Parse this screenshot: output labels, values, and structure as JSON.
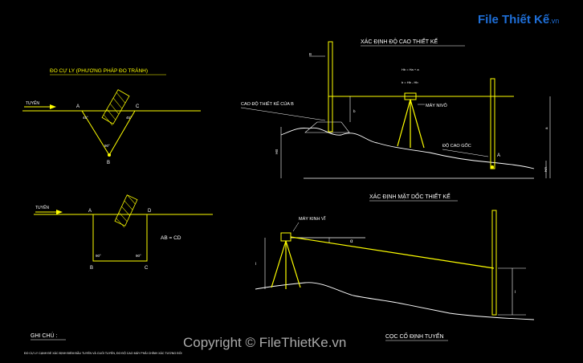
{
  "logo": {
    "text": "File Thiết Kế",
    "suffix": ".vn"
  },
  "watermark": {
    "text": "Copyright © FileThietKe.vn"
  },
  "distance_method": {
    "title": "ĐO CỰ LY (PHƯƠNG PHÁP ĐO TRÁNH)",
    "top": {
      "direction": "TUYẾN",
      "A": "A",
      "C": "C",
      "B": "B",
      "angle1": "45°",
      "angle2": "45°",
      "angle3": "90°"
    },
    "bottom": {
      "direction": "TUYẾN",
      "A": "A",
      "D": "D",
      "B": "B",
      "C": "C",
      "equation": "AB = CD",
      "angle1": "90°",
      "angle2": "90°"
    }
  },
  "design_elevation": {
    "title": "XÁC ĐỊNH ĐỘ CAO THIẾT KẾ",
    "staff_b_label": "B",
    "note1": "Hb = Ha + a",
    "note2": "b = Hb - Hb",
    "label_design_height": "CAO ĐỘ THIẾT KẾ CỦA B",
    "label_level": "MÁY NIVÔ",
    "label_ground": "ĐỘ CAO GỐC",
    "point_a": "A",
    "dim_a": "a",
    "dim_b": "b",
    "dim_hb": "HB",
    "dim_ha": "HA"
  },
  "design_slope": {
    "title": "XÁC ĐỊNH MẶT DỐC THIẾT KẾ",
    "label_instrument": "MÁY KINH VĨ",
    "dim_i": "i",
    "dim_i2": "i",
    "alpha": "α"
  },
  "footer": {
    "note_title": "GHI CHÚ :",
    "note_text": "ĐO CỰ LY CẠNH ĐỂ XÁC ĐỊNH ĐIỂM ĐẦU TUYẾN VÀ CUỐI TUYẾN, ĐO ĐỘ CAO MÁY PHẢI CHÍNH XÁC TƯƠNG ĐỐI",
    "route_stake": "CỌC CỐ ĐỊNH TUYẾN"
  },
  "colors": {
    "line": "#ffff00",
    "white": "#ffffff",
    "background": "#000000",
    "logo": "#1e6fd9"
  }
}
